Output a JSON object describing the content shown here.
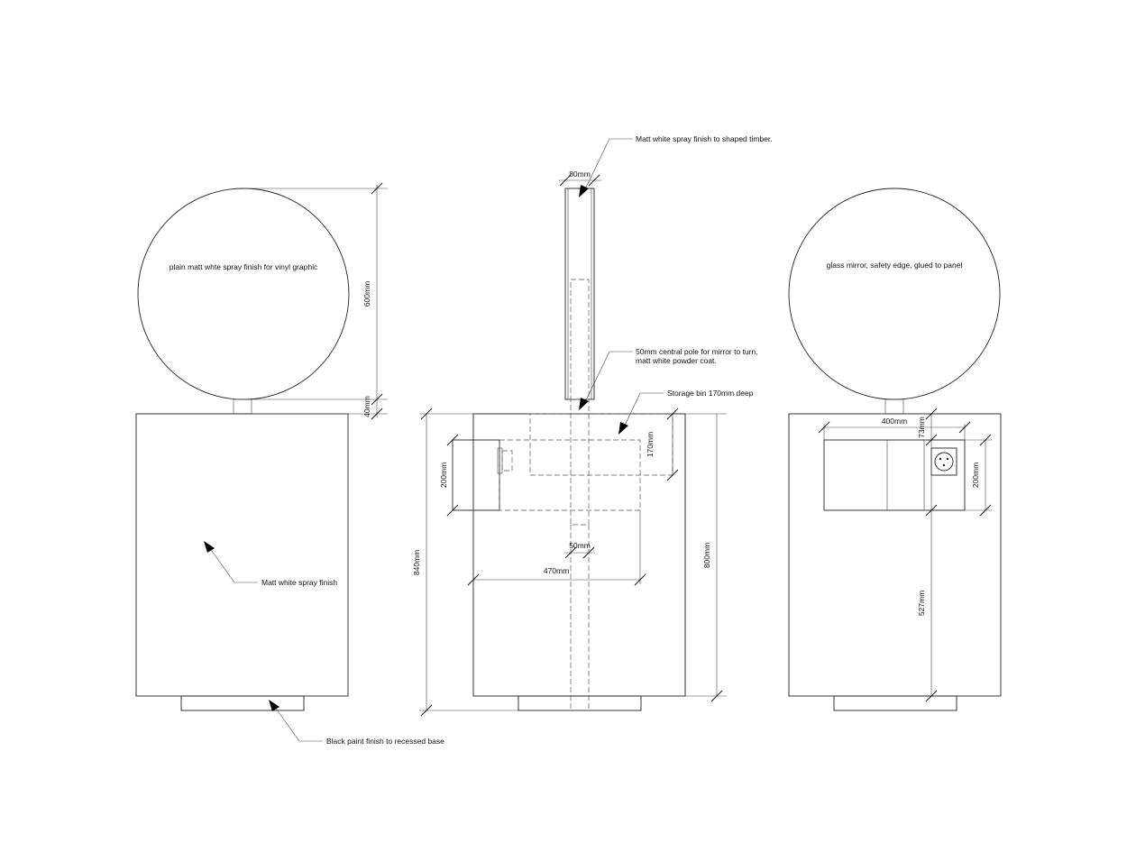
{
  "annotations": {
    "front_graphic": "plain matt whte spray finish for vinyl graphic",
    "matt_white_spray": "Matt white spray finish",
    "black_base": "Black paint finish to recessed base",
    "timber_finish": "Matt white spray finish to shaped timber.",
    "pole_line1": "50mm central pole for mirror to turn,",
    "pole_line2": "matt white powder coat.",
    "storage_bin": "Storage bin 170mm deep",
    "mirror": "glass mirror, safety edge, glued to panel"
  },
  "dimensions": {
    "disc_height": "600mm",
    "pole_gap": "40mm",
    "disc_thickness": "80mm",
    "overall_height": "840mm",
    "body_height": "800mm",
    "drawer_height_side": "200mm",
    "bin_depth": "170mm",
    "pole_diameter": "50mm",
    "body_depth": "470mm",
    "drawer_width": "400mm",
    "drawer_top_offset": "73mm",
    "drawer_height_back": "200mm",
    "drawer_bottom_offset": "527mm"
  }
}
